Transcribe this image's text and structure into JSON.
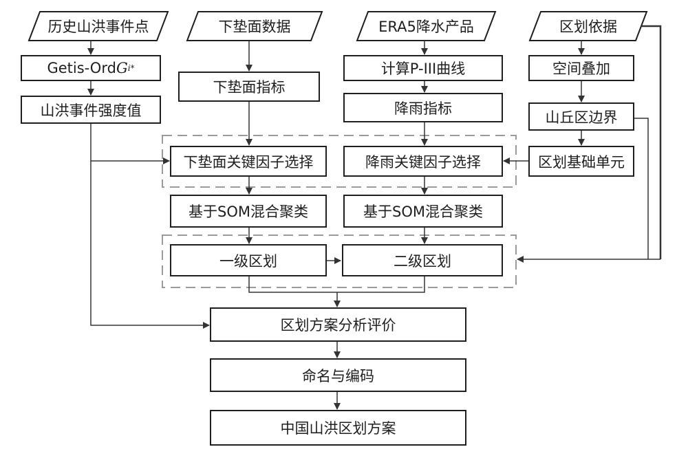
{
  "inputs": {
    "history_events": "历史山洪事件点",
    "underlying_data": "下垫面数据",
    "era5": "ERA5降水产品",
    "zoning_basis": "区划依据"
  },
  "left_column": {
    "getis_prefix": "Getis-Ord ",
    "getis_G": "G",
    "getis_sub": "i",
    "getis_sup": "*",
    "intensity": "山洪事件强度值"
  },
  "col2": {
    "indicator": "下垫面指标",
    "key_factor": "下垫面关键因子选择",
    "som": "基于SOM混合聚类",
    "level1": "一级区划"
  },
  "col3": {
    "p3_curve": "计算P-III曲线",
    "rain_indicator": "降雨指标",
    "key_factor": "降雨关键因子选择",
    "som": "基于SOM混合聚类",
    "level2": "二级区划"
  },
  "col4": {
    "overlay": "空间叠加",
    "hill_boundary": "山丘区边界",
    "base_unit": "区划基础单元"
  },
  "bottom": {
    "evaluation": "区划方案分析评价",
    "naming": "命名与编码",
    "final": "中国山洪区划方案"
  }
}
